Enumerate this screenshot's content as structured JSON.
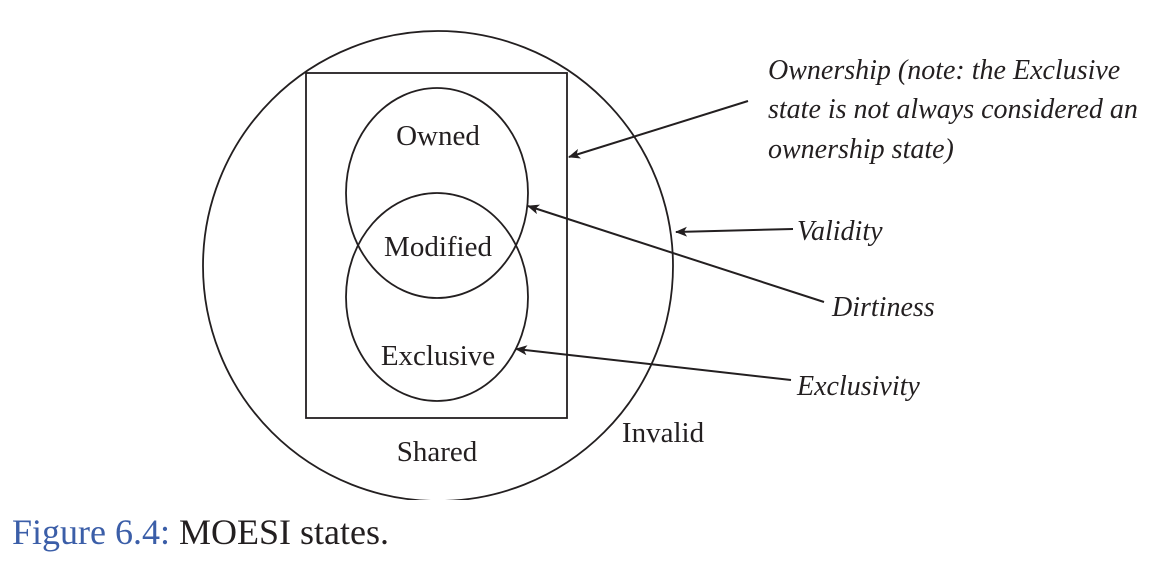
{
  "states": {
    "owned": "Owned",
    "modified": "Modified",
    "exclusive": "Exclusive",
    "shared": "Shared",
    "invalid": "Invalid"
  },
  "annotations": {
    "ownership": [
      "Ownership (note: the Exclusive",
      "state is not always considered an",
      "ownership state)"
    ],
    "validity": "Validity",
    "dirtiness": "Dirtiness",
    "exclusivity": "Exclusivity"
  },
  "caption": {
    "number": "Figure 6.4:",
    "text": "MOESI states."
  },
  "colors": {
    "ink": "#231f20",
    "caption_number": "#3b5ea8"
  }
}
